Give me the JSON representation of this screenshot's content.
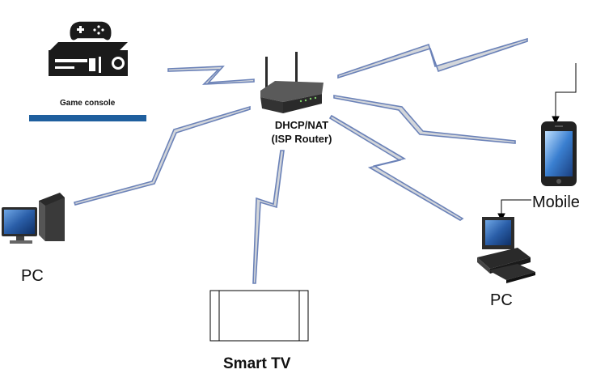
{
  "router": {
    "label_line1": "DHCP/NAT",
    "label_line2": "(ISP Router)",
    "icon": "wireless-router-icon"
  },
  "devices": {
    "game_console": {
      "label": "Game console",
      "icon": "gamepad-console-icon"
    },
    "pc_left": {
      "label": "PC",
      "icon": "desktop-pc-icon"
    },
    "smart_tv": {
      "label": "Smart TV",
      "icon": "tv-screen-icon"
    },
    "mobile": {
      "label": "Mobile",
      "icon": "smartphone-icon"
    },
    "pc_right": {
      "label": "PC",
      "icon": "desktop-workstation-icon"
    }
  },
  "colors": {
    "link_fill": "#d3d6da",
    "link_stroke": "#6b82b8",
    "watermark": "#1f5f9e"
  }
}
